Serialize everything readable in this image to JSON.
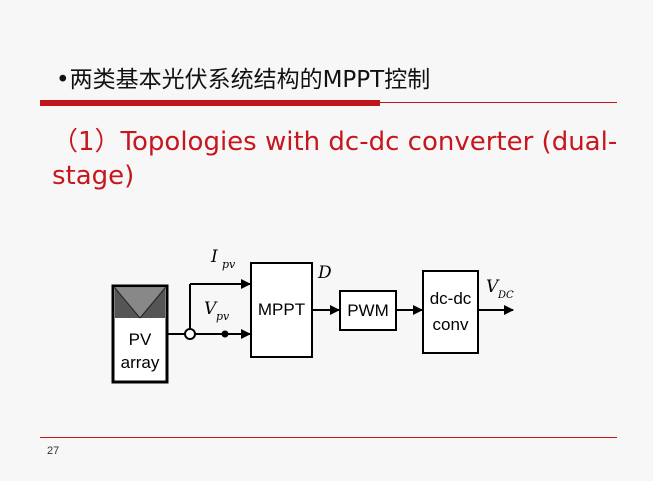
{
  "title": "•两类基本光伏系统结构的MPPT控制",
  "subtitle": "（1）Topologies with dc-dc converter (dual-stage)",
  "diagram": {
    "pv_label_1": "PV",
    "pv_label_2": "array",
    "mppt_label": "MPPT",
    "pwm_label": "PWM",
    "dcdc_label_1": "dc-dc",
    "dcdc_label_2": "conv",
    "ipv_main": "I",
    "ipv_sub": "pv",
    "vpv_main": "V",
    "vpv_sub": "pv",
    "d_label": "D",
    "vdc_main": "V",
    "vdc_sub": "DC"
  },
  "footer": {
    "page_number": "27"
  }
}
